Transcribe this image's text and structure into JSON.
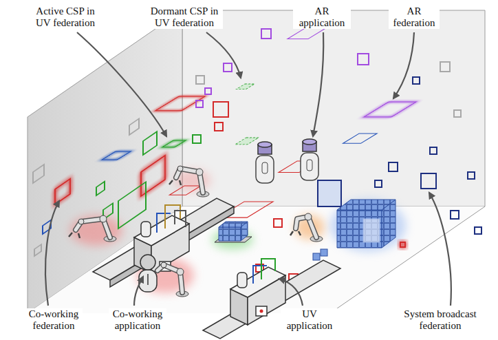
{
  "diagram": {
    "labels": [
      "Active CSP in UV federation",
      "Dormant CSP in UV federation",
      "AR application",
      "AR federation",
      "Co-working federation",
      "Co-working application",
      "UV application",
      "System broadcast federation"
    ]
  }
}
